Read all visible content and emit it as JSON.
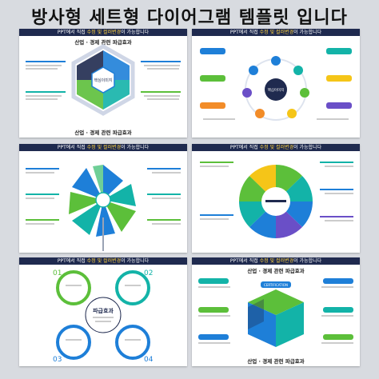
{
  "page_title": "방사형 세트형 다이어그램 템플릿 입니다",
  "banner": {
    "prefix": "PPT에서 직접 ",
    "highlight": "수정 및 컬러변경",
    "suffix": "이 가능합니다"
  },
  "slides": [
    {
      "top": "산업 · 경제 관련 파급효과",
      "bottom": "산업 · 경제 관련 파급효과",
      "center": "핵심이미지"
    },
    {
      "center": "핵심이미지"
    },
    {},
    {},
    {
      "center": "파급효과",
      "numbers": [
        "01",
        "02",
        "03",
        "04"
      ]
    },
    {
      "top": "산업 · 경제 관련 파급효과",
      "bottom": "산업 · 경제 관련 파급효과",
      "center": "CERTIFICATION"
    }
  ],
  "colors": {
    "navy": "#1f2a4f",
    "blue": "#1e7fd8",
    "teal": "#13b3a8",
    "green": "#5cbf3a",
    "yellow": "#f5c518",
    "orange": "#f28c28",
    "purple": "#6a4fc7"
  }
}
